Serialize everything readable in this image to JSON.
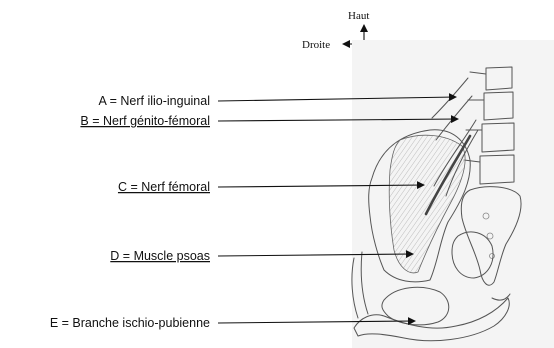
{
  "orientation": {
    "up_label": "Haut",
    "right_label": "Droite"
  },
  "labels": [
    {
      "letter": "A",
      "text": "A =  Nerf ilio-inguinal",
      "underlined": false
    },
    {
      "letter": "B",
      "text": "B = Nerf génito-fémoral",
      "underlined": true
    },
    {
      "letter": "C",
      "text": "C = Nerf fémoral",
      "underlined": true
    },
    {
      "letter": "D",
      "text": "D = Muscle psoas",
      "underlined": true
    },
    {
      "letter": "E",
      "text": "E = Branche ischio-pubienne",
      "underlined": false
    }
  ]
}
